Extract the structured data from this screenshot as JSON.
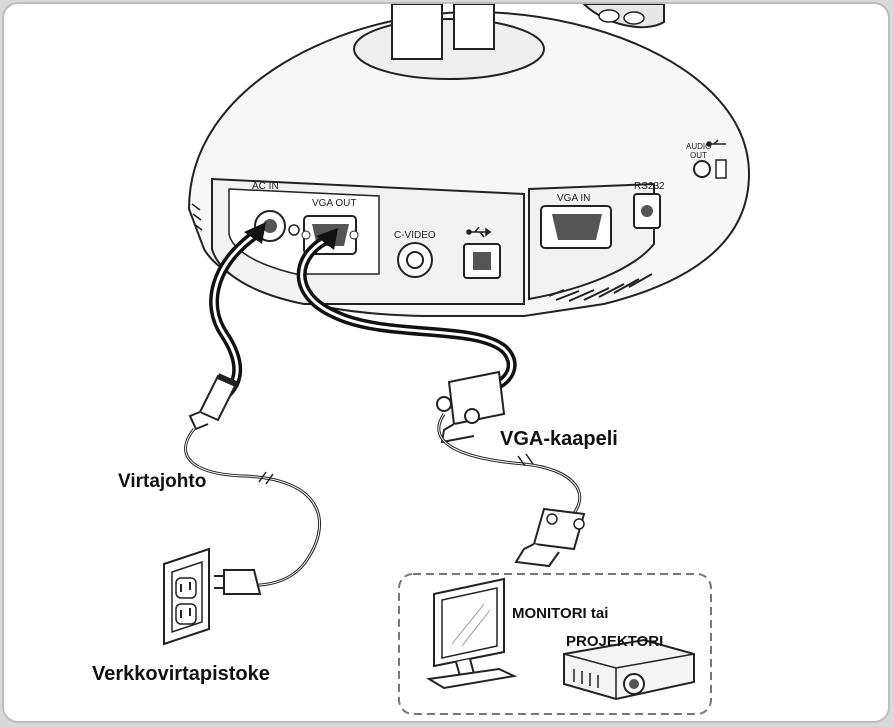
{
  "ports": {
    "ac_in": "AC IN",
    "vga_out": "VGA OUT",
    "c_video": "C-VIDEO",
    "vga_in": "VGA IN",
    "rs232": "RS232",
    "audio_out_1": "AUDIO",
    "audio_out_2": "OUT"
  },
  "labels": {
    "power_cord": "Virtajohto",
    "vga_cable": "VGA-kaapeli",
    "wall_outlet": "Verkkovirtapistoke",
    "monitor_line1": "MONITORI tai",
    "monitor_line2": "PROJEKTORI"
  },
  "icons": [
    "usb-icon",
    "power-plug-icon",
    "vga-connector-icon",
    "wall-outlet-icon",
    "monitor-icon",
    "projector-icon"
  ]
}
